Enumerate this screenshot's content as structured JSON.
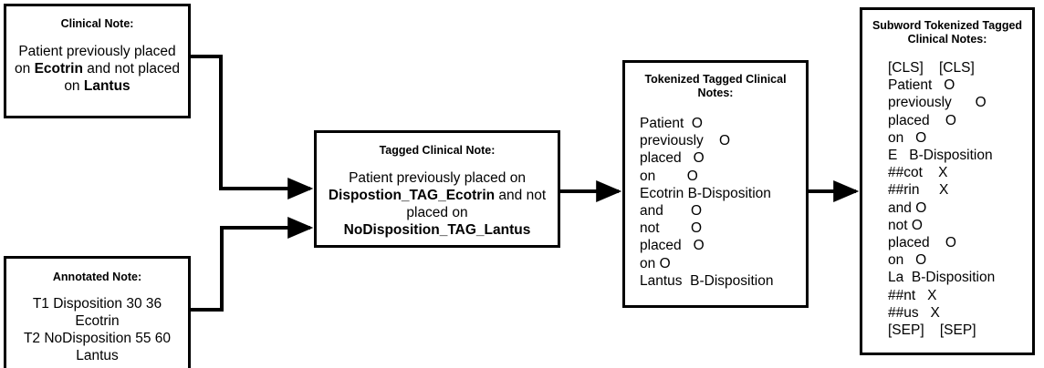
{
  "diagram": {
    "title_visible": false,
    "line_color": "#000000",
    "box_fill": "#ffffff",
    "text_color": "#000000"
  },
  "boxes": {
    "clinical_note": {
      "title": "Clinical Note:",
      "text_segments": [
        {
          "text": "Patient previously placed on ",
          "bold": false
        },
        {
          "text": "Ecotrin",
          "bold": true
        },
        {
          "text": " and not placed on ",
          "bold": false
        },
        {
          "text": "Lantus",
          "bold": true
        }
      ]
    },
    "annotated_note": {
      "title": "Annotated Note:",
      "lines": [
        "T1 Disposition 30 36",
        "Ecotrin",
        "T2  NoDisposition 55 60",
        "Lantus"
      ]
    },
    "tagged_note": {
      "title": "Tagged Clinical Note:",
      "text_segments": [
        {
          "text": "Patient previously placed on ",
          "bold": false
        },
        {
          "text": "Dispostion_TAG_Ecotrin",
          "bold": true
        },
        {
          "text": " and not placed on ",
          "bold": false
        },
        {
          "text": "NoDisposition_TAG_Lantus",
          "bold": true
        }
      ]
    },
    "tokenized_note": {
      "title": "Tokenized Tagged Clinical\nNotes:",
      "rows": [
        {
          "token": "Patient",
          "tag": "O",
          "gap": "  "
        },
        {
          "token": "previously",
          "tag": "O",
          "gap": "    "
        },
        {
          "token": "placed",
          "tag": "O",
          "gap": "   "
        },
        {
          "token": "on",
          "tag": "O",
          "gap": "        "
        },
        {
          "token": "Ecotrin",
          "tag": "B-Disposition",
          "gap": " "
        },
        {
          "token": "and",
          "tag": "O",
          "gap": "       "
        },
        {
          "token": "not",
          "tag": "O",
          "gap": "        "
        },
        {
          "token": "placed",
          "tag": "O",
          "gap": "   "
        },
        {
          "token": "on",
          "tag": "O",
          "gap": " "
        },
        {
          "token": "Lantus",
          "tag": "B-Disposition",
          "gap": "  "
        }
      ]
    },
    "subword_note": {
      "title": "Subword Tokenized Tagged\nClinical Notes:",
      "rows": [
        {
          "token": "[CLS]",
          "tag": "[CLS]",
          "gap": "    "
        },
        {
          "token": "Patient",
          "tag": "O",
          "gap": "   "
        },
        {
          "token": "previously",
          "tag": "O",
          "gap": "      "
        },
        {
          "token": "placed",
          "tag": "O",
          "gap": "    "
        },
        {
          "token": "on",
          "tag": "O",
          "gap": "   "
        },
        {
          "token": "E",
          "tag": "B-Disposition",
          "gap": "   "
        },
        {
          "token": "##cot",
          "tag": "X",
          "gap": "    "
        },
        {
          "token": "##rin",
          "tag": "X",
          "gap": "     "
        },
        {
          "token": "and",
          "tag": "O",
          "gap": " "
        },
        {
          "token": "not",
          "tag": "O",
          "gap": " "
        },
        {
          "token": "placed",
          "tag": "O",
          "gap": "    "
        },
        {
          "token": "on",
          "tag": "O",
          "gap": "   "
        },
        {
          "token": "La",
          "tag": "B-Disposition",
          "gap": "  "
        },
        {
          "token": "##nt",
          "tag": "X",
          "gap": "   "
        },
        {
          "token": "##us",
          "tag": "X",
          "gap": "   "
        },
        {
          "token": "[SEP]",
          "tag": "[SEP]",
          "gap": "    "
        }
      ]
    }
  },
  "connectors": [
    {
      "name": "clinical-note-to-tagged-note",
      "label": ""
    },
    {
      "name": "annotated-note-to-tagged-note",
      "label": ""
    },
    {
      "name": "tagged-note-to-tokenized-note",
      "label": ""
    },
    {
      "name": "tokenized-note-to-subword-note",
      "label": ""
    }
  ]
}
